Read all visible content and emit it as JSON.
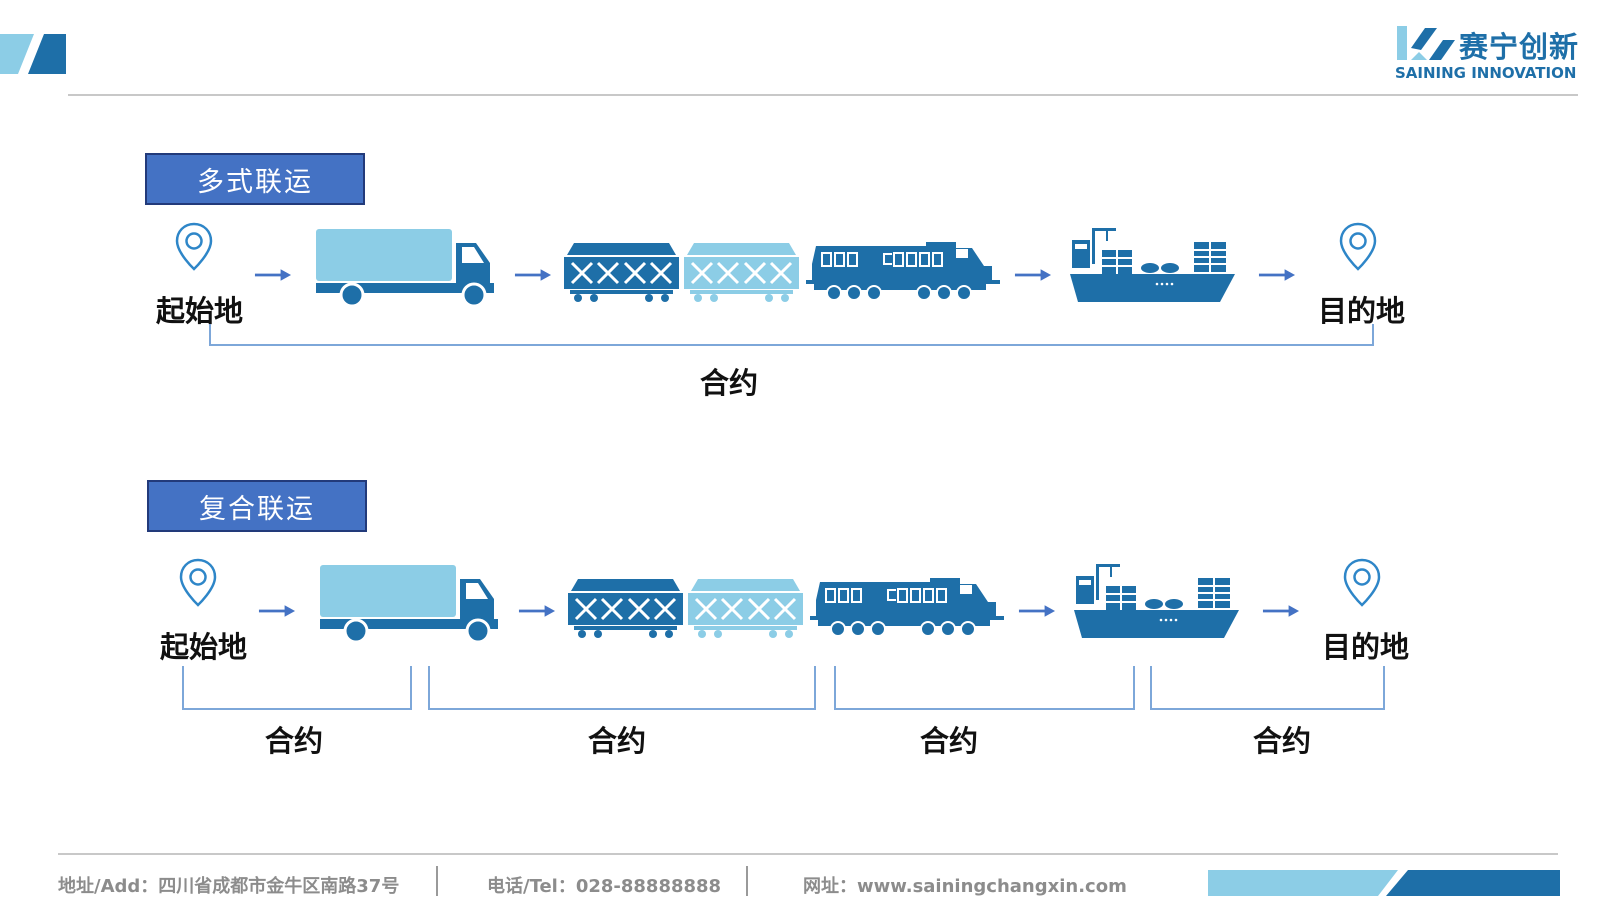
{
  "brand": {
    "name_cn": "赛宁创新",
    "name_en": "SAINING INNOVATION"
  },
  "colors": {
    "dark_blue": "#1e6fa8",
    "light_blue": "#8ccde6",
    "title_box": "#4472c4",
    "bracket": "#7da7d9",
    "arrow": "#4472c4"
  },
  "sections": [
    {
      "title": "多式联运",
      "origin": "起始地",
      "destination": "目的地",
      "contracts": [
        "合约"
      ]
    },
    {
      "title": "复合联运",
      "origin": "起始地",
      "destination": "目的地",
      "contracts": [
        "合约",
        "合约",
        "合约",
        "合约"
      ]
    }
  ],
  "icons": [
    "location-pin-icon",
    "truck-icon",
    "freight-car-icon",
    "locomotive-icon",
    "cargo-ship-icon",
    "arrow-right-icon"
  ],
  "footer": {
    "address": "地址/Add：四川省成都市金牛区南路37号",
    "tel": "电话/Tel：028-88888888",
    "web": "网址：www.sainingchangxin.com"
  }
}
